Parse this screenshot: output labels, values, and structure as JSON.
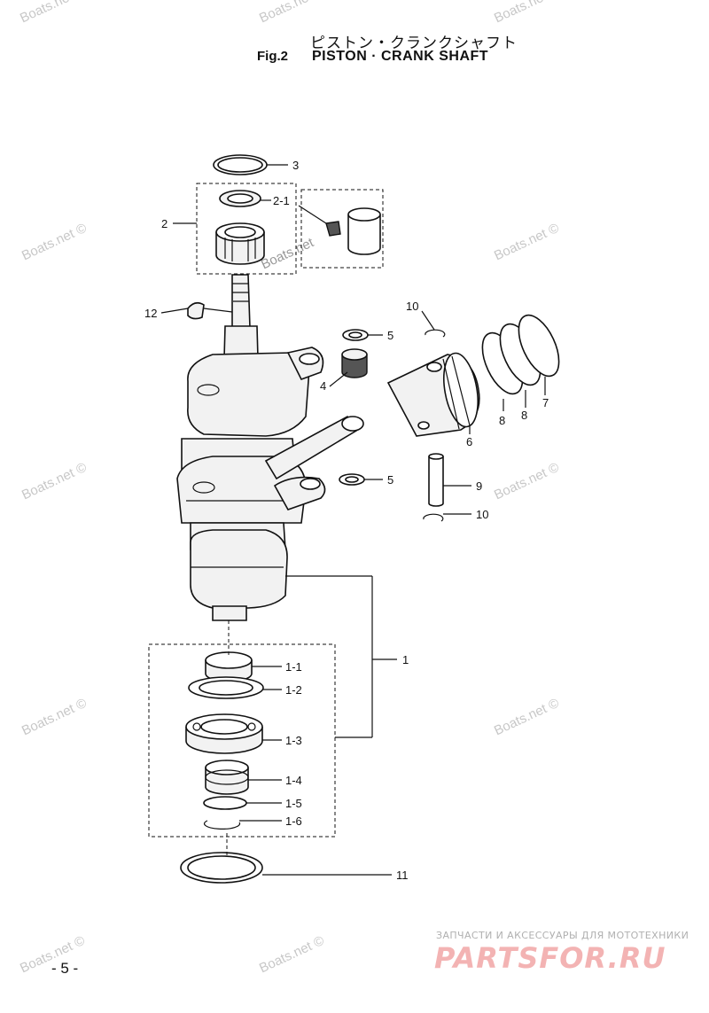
{
  "header": {
    "title_jp": "ピストン・クランクシャフト",
    "fig_number": "Fig.2",
    "title_en": "PISTON · CRANK SHAFT"
  },
  "callouts": {
    "c3": "3",
    "c2_1": "2-1",
    "c2": "2",
    "c12": "12",
    "c10a": "10",
    "c5a": "5",
    "c4": "4",
    "c8a": "8",
    "c8b": "8",
    "c7": "7",
    "c6": "6",
    "c5b": "5",
    "c9": "9",
    "c10b": "10",
    "c1": "1",
    "c1_1": "1-1",
    "c1_2": "1-2",
    "c1_3": "1-3",
    "c1_4": "1-4",
    "c1_5": "1-5",
    "c1_6": "1-6",
    "c11": "11"
  },
  "watermarks": {
    "text": "Boats.net ©",
    "inline": "Boats.net"
  },
  "footer": {
    "page_number": "- 5 -",
    "brand_sub": "ЗАПЧАСТИ И АКСЕССУАРЫ ДЛЯ МОТОТЕХНИКИ",
    "brand": "PARTSFOR.RU"
  }
}
